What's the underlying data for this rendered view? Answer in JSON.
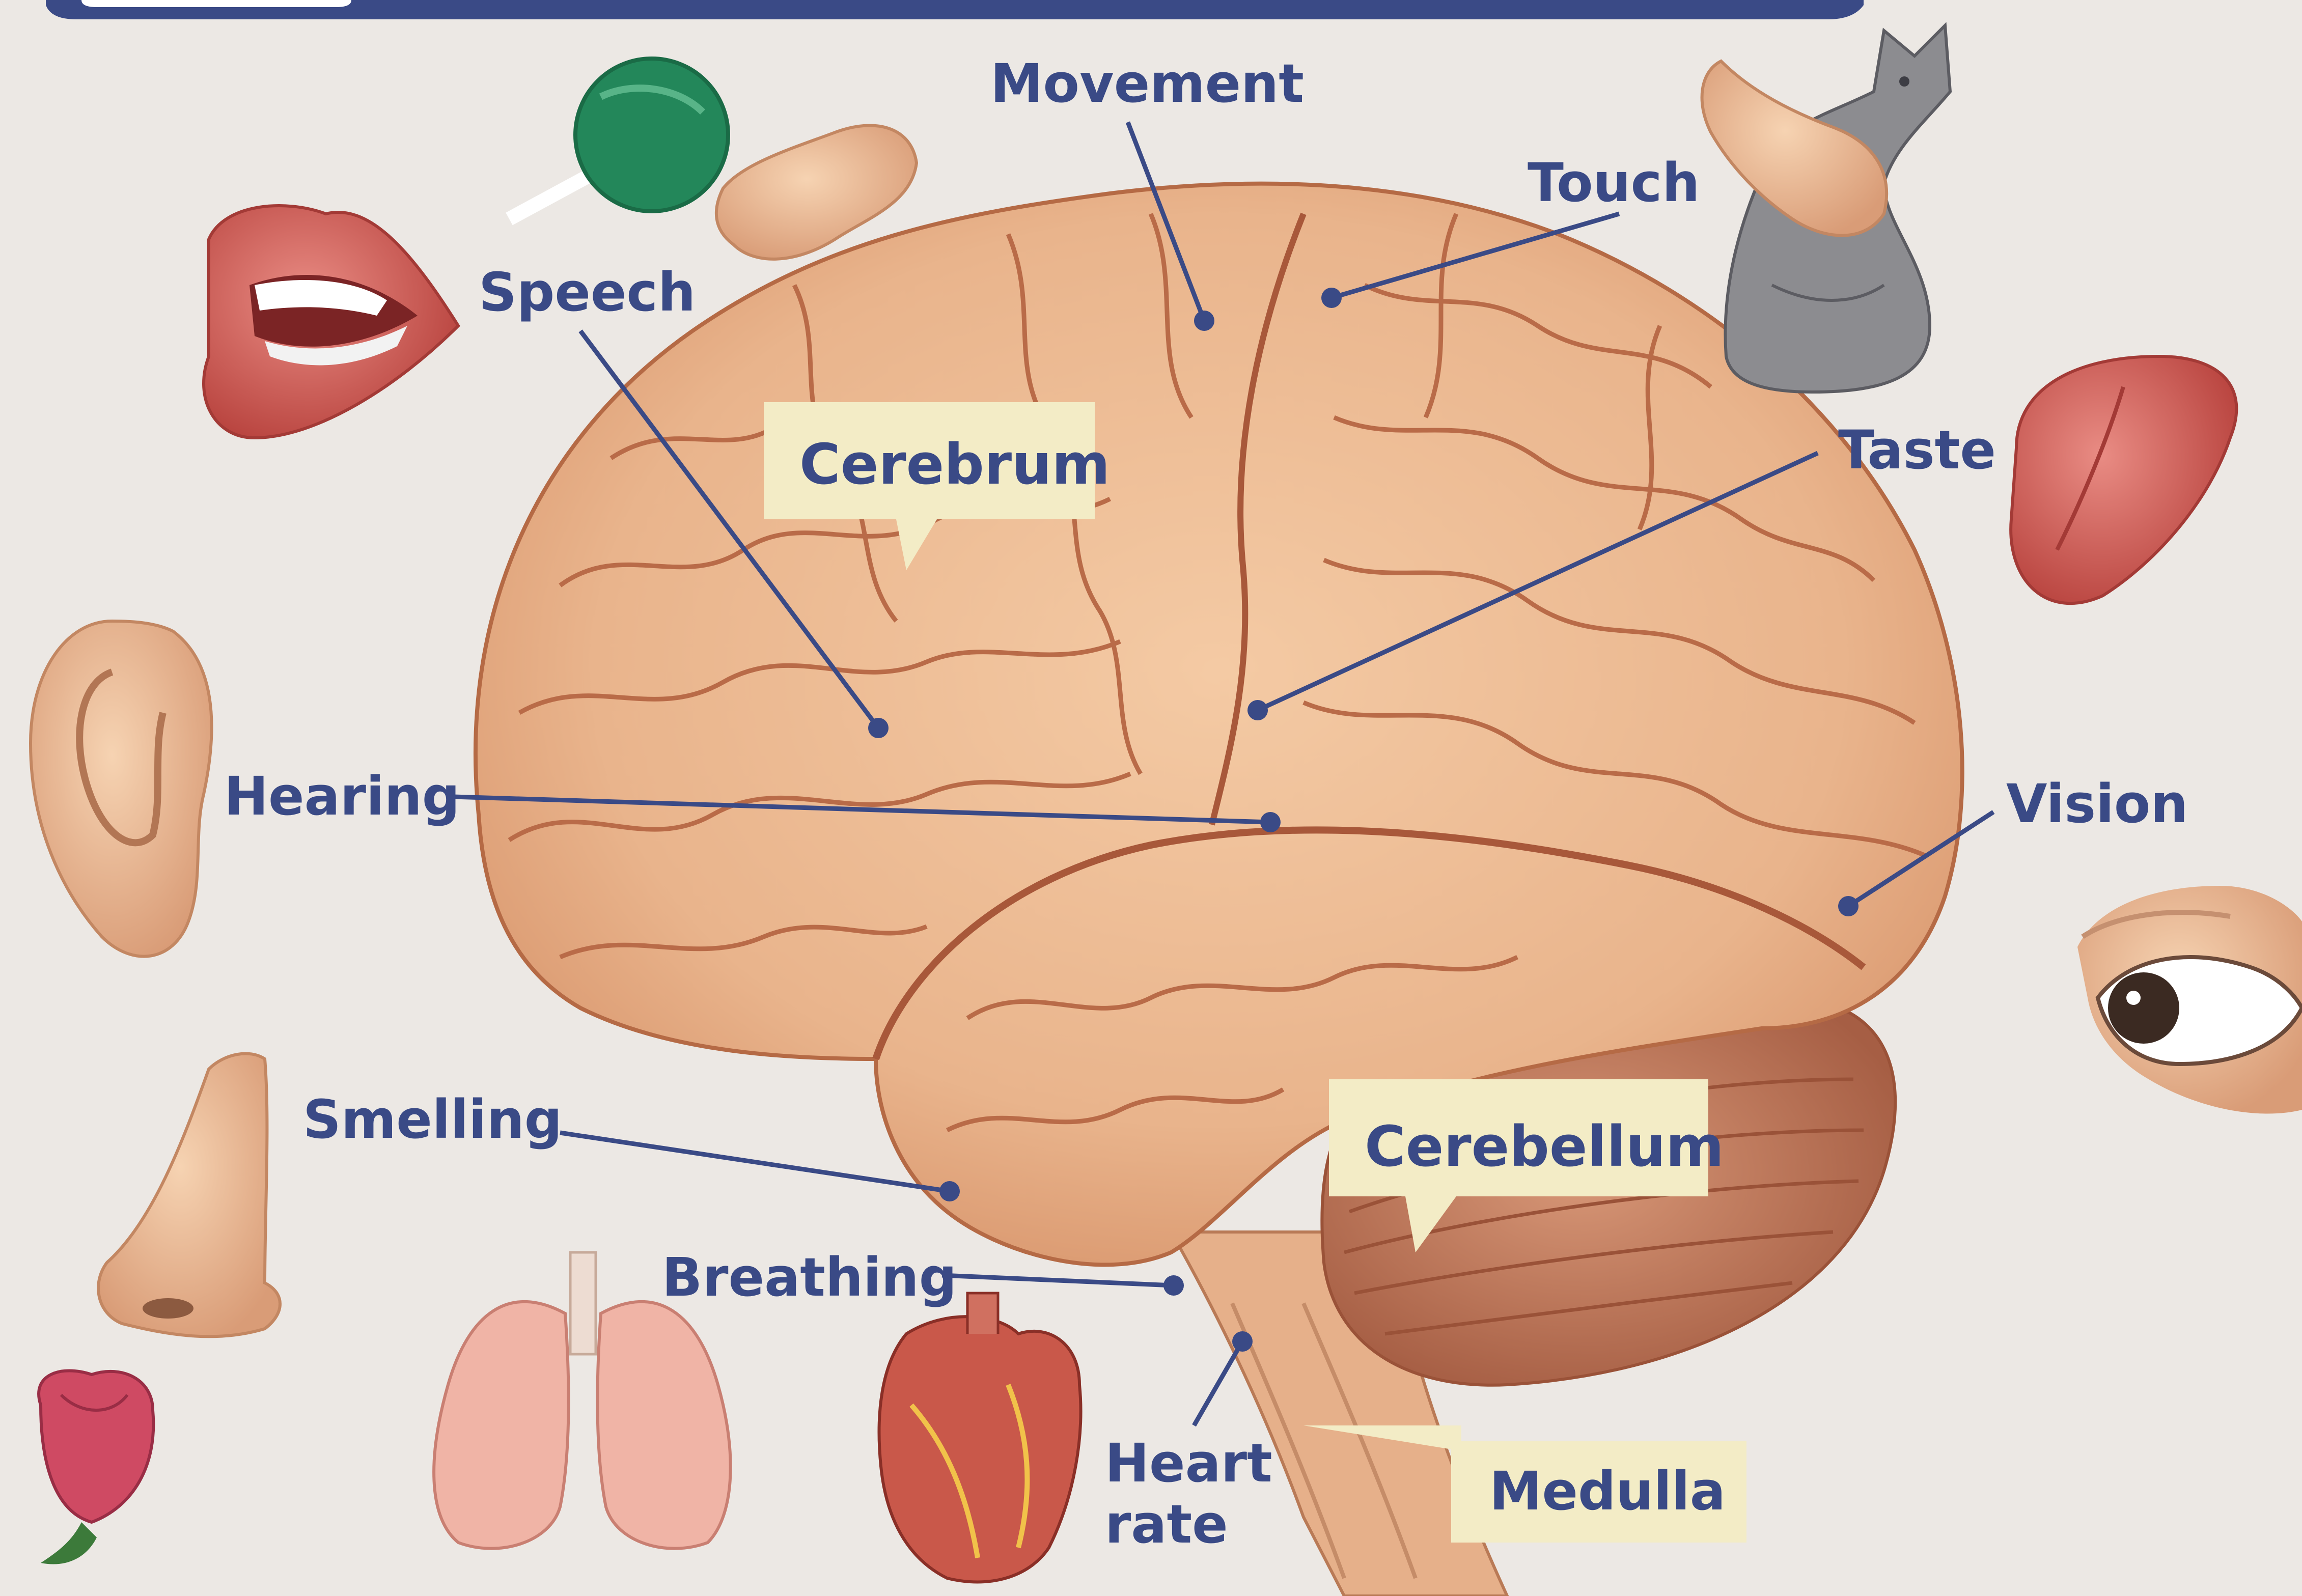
{
  "labels": {
    "movement": "Movement",
    "touch": "Touch",
    "speech": "Speech",
    "cerebrum": "Cerebrum",
    "taste": "Taste",
    "hearing": "Hearing",
    "vision": "Vision",
    "smelling": "Smelling",
    "cerebellum": "Cerebellum",
    "breathing": "Breathing",
    "heart_line1": "Heart",
    "heart_line2": "rate",
    "medulla": "Medulla"
  },
  "colors": {
    "label_text": "#3a4a86",
    "leader_line": "#3a4a86",
    "callout_box": "#f3ecc6",
    "brain": "#e9b48c",
    "brain_fold": "#b86a45",
    "cerebellum": "#c88466",
    "background": "#ece8e4",
    "header_bar": "#3a4a86"
  },
  "icons": [
    "mouth-icon",
    "lollipop-hand-icon",
    "cat-touch-icon",
    "tongue-icon",
    "ear-icon",
    "eye-icon",
    "nose-icon",
    "rose-icon",
    "lungs-icon",
    "heart-icon"
  ]
}
